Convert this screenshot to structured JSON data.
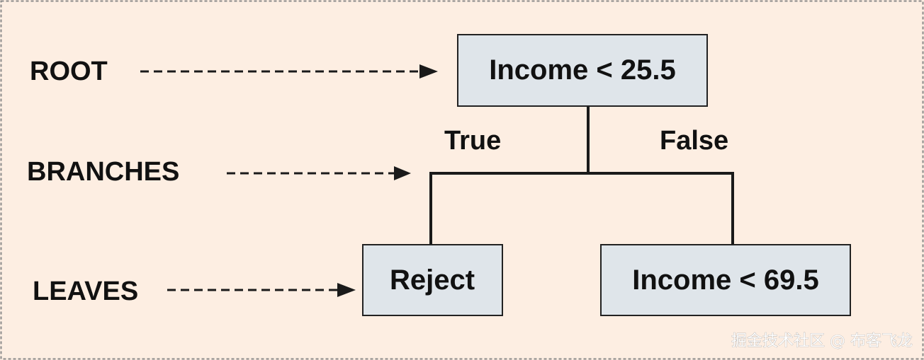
{
  "colors": {
    "background": "#fdeee2",
    "frame": "#8a8a8a",
    "node_fill": "#dfe5ea",
    "line": "#1a1a1a"
  },
  "labels": {
    "root": "ROOT",
    "branches": "BRANCHES",
    "leaves": "LEAVES"
  },
  "nodes": {
    "root": "Income < 25.5",
    "left_leaf": "Reject",
    "right_leaf": "Income < 69.5"
  },
  "edges": {
    "true_label": "True",
    "false_label": "False"
  },
  "watermark": "掘金技术社区 @ 布客飞龙"
}
